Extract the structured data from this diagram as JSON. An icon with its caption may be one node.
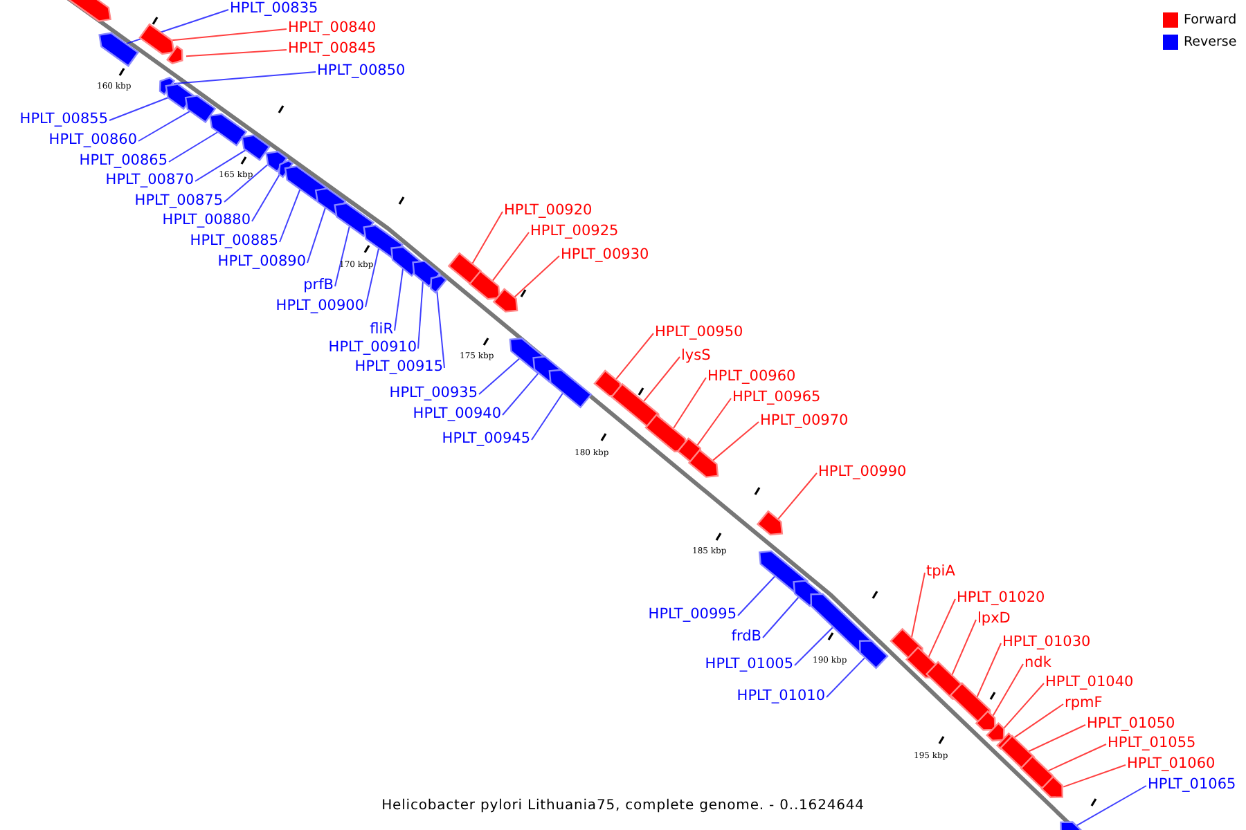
{
  "diagram": {
    "caption": "Helicobacter pylori Lithuania75, complete genome. - 0..1624644",
    "nodes": [
      {
        "text": [],
        "shape": "bar"
      },
      {
        "text": [
          "HPLT_00835"
        ]
      },
      {
        "text": [],
        "shape": "bar"
      },
      {
        "text": [
          "HPLT_00840"
        ]
      },
      {
        "text": [],
        "shape": "bar"
      },
      {
        "text": [
          "HPLT_00845"
        ]
      },
      {
        "text": [],
        "shape": "bar"
      },
      {
        "text": [
          "HPLT_00850"
        ]
      },
      {
        "text": [],
        "shape": "bar"
      },
      {
        "text": [
          "HPLT_00855"
        ]
      },
      {
        "text": [],
        "shape": "bar"
      },
      {
        "text": [
          "HPLT_00860"
        ]
      },
      {
        "text": [],
        "shape": "bar"
      },
      {
        "text": [
          "HPLT_00865"
        ]
      },
      {
        "text": [],
        "shape": "bar"
      },
      {
        "text": [
          "HPLT_00870"
        ]
      },
      {
        "text": [],
        "shape": "bar"
      },
      {
        "text": [
          "HPLT_00875"
        ]
      },
      {
        "text": [],
        "shape": "bar"
      },
      {
        "text": [
          "HPLT_00880"
        ]
      },
      {
        "text": [],
        "shape": "bar"
      },
      {
        "text": [
          "HPLT_00885"
        ]
      },
      {
        "text": [],
        "shape": "bar"
      },
      {
        "text": [
          "HPLT_00890"
        ]
      },
      {
        "text": [],
        "shape": "bar"
      },
      {
        "text": [
          "prfB"
        ]
      },
      {
        "text": [],
        "shape": "bar"
      },
      {
        "text": [
          "HPLT_00900"
        ]
      },
      {
        "text": [],
        "shape": "bar"
      },
      {
        "text": [
          "fliR"
        ]
      },
      {
        "text": [],
        "shape": "bar"
      },
      {
        "text": [
          "HPLT_00910"
        ]
      },
      {
        "text": [],
        "shape": "bar"
      },
      {
        "text": [
          "HPLT_00915"
        ]
      },
      {
        "text": [],
        "shape": "bar"
      },
      {
        "text": [
          "HPLT_00920"
        ]
      },
      {
        "text": [],
        "shape": "bar"
      },
      {
        "text": [
          "HPLT_00925"
        ]
      },
      {
        "text": [],
        "shape": "bar"
      },
      {
        "text": [
          "HPLT_00930"
        ]
      },
      {
        "text": [],
        "shape": "bar"
      },
      {
        "text": [
          "HPLT_00935"
        ]
      },
      {
        "text": [],
        "shape": "bar"
      },
      {
        "text": [
          "HPLT_00940"
        ]
      },
      {
        "text": [],
        "shape": "bar"
      },
      {
        "text": [
          "HPLT_00945"
        ]
      },
      {
        "text": [],
        "shape": "bar"
      },
      {
        "text": [
          "HPLT_00950"
        ]
      },
      {
        "text": [],
        "shape": "bar"
      },
      {
        "text": [
          "lysS"
        ]
      },
      {
        "text": [],
        "shape": "bar"
      },
      {
        "text": [
          "HPLT_00960"
        ]
      },
      {
        "text": [],
        "shape": "bar"
      },
      {
        "text": [
          "HPLT_00965"
        ]
      },
      {
        "text": [],
        "shape": "bar"
      },
      {
        "text": [
          "HPLT_00970"
        ]
      },
      {
        "text": [],
        "shape": "bar"
      },
      {
        "text": [
          "HPLT_00990"
        ]
      },
      {
        "text": [],
        "shape": "bar"
      },
      {
        "text": [
          "HPLT_00995"
        ]
      },
      {
        "text": [],
        "shape": "bar"
      },
      {
        "text": [
          "frdB"
        ]
      },
      {
        "text": [],
        "shape": "bar"
      },
      {
        "text": [
          "HPLT_01005"
        ]
      },
      {
        "text": [],
        "shape": "bar"
      },
      {
        "text": [
          "HPLT_01010"
        ]
      },
      {
        "text": [],
        "shape": "bar"
      },
      {
        "text": [
          "tpiA"
        ]
      },
      {
        "text": [],
        "shape": "bar"
      },
      {
        "text": [
          "HPLT_01020"
        ]
      },
      {
        "text": [],
        "shape": "bar"
      },
      {
        "text": [
          "lpxD"
        ]
      },
      {
        "text": [],
        "shape": "bar"
      },
      {
        "text": [
          "HPLT_01030"
        ]
      },
      {
        "text": [],
        "shape": "bar"
      },
      {
        "text": [
          "ndk"
        ]
      },
      {
        "text": [],
        "shape": "bar"
      },
      {
        "text": [
          "HPLT_01040"
        ]
      },
      {
        "text": [],
        "shape": "bar"
      },
      {
        "text": [
          "rpmF"
        ]
      },
      {
        "text": [],
        "shape": "bar"
      },
      {
        "text": [
          "HPLT_01050"
        ]
      },
      {
        "text": [],
        "shape": "bar"
      },
      {
        "text": [
          "HPLT_01055"
        ]
      },
      {
        "text": [],
        "shape": "bar"
      },
      {
        "text": [
          "HPLT_01060"
        ]
      },
      {
        "text": [],
        "shape": "bar"
      },
      {
        "text": [
          "HPLT_01065"
        ]
      },
      {
        "text": [],
        "shape": "bar"
      }
    ],
    "edges": [
      {
        "from": 1,
        "to": 2,
        "arrow": "none"
      },
      {
        "from": 3,
        "to": 4,
        "arrow": "none",
        "color": "#ff0000"
      },
      {
        "from": 5,
        "to": 6,
        "arrow": "none",
        "color": "#ff0000"
      },
      {
        "from": 7,
        "to": 8,
        "arrow": "none"
      },
      {
        "from": 9,
        "to": 10,
        "arrow": "none"
      },
      {
        "from": 11,
        "to": 12,
        "arrow": "none"
      },
      {
        "from": 13,
        "to": 14,
        "arrow": "none"
      },
      {
        "from": 15,
        "to": 16,
        "arrow": "none"
      },
      {
        "from": 17,
        "to": 18,
        "arrow": "none"
      },
      {
        "from": 19,
        "to": 20,
        "arrow": "none"
      },
      {
        "from": 21,
        "to": 22,
        "arrow": "none"
      },
      {
        "from": 23,
        "to": 24,
        "arrow": "none"
      },
      {
        "from": 25,
        "to": 26,
        "arrow": "none"
      },
      {
        "from": 27,
        "to": 28,
        "arrow": "none"
      },
      {
        "from": 29,
        "to": 30,
        "arrow": "none"
      },
      {
        "from": 31,
        "to": 32,
        "arrow": "none"
      },
      {
        "from": 33,
        "to": 34,
        "arrow": "none"
      },
      {
        "from": 35,
        "to": 36,
        "arrow": "none",
        "color": "#ff0000"
      },
      {
        "from": 37,
        "to": 38,
        "arrow": "none",
        "color": "#ff0000"
      },
      {
        "from": 39,
        "to": 40,
        "arrow": "none",
        "color": "#ff0000"
      },
      {
        "from": 41,
        "to": 42,
        "arrow": "none"
      },
      {
        "from": 43,
        "to": 44,
        "arrow": "none"
      },
      {
        "from": 45,
        "to": 46,
        "arrow": "none"
      },
      {
        "from": 47,
        "to": 48,
        "arrow": "none",
        "color": "#ff0000"
      },
      {
        "from": 49,
        "to": 50,
        "arrow": "none",
        "color": "#ff0000"
      },
      {
        "from": 51,
        "to": 52,
        "arrow": "none",
        "color": "#ff0000"
      },
      {
        "from": 53,
        "to": 54,
        "arrow": "none",
        "color": "#ff0000"
      },
      {
        "from": 55,
        "to": 56,
        "arrow": "none",
        "color": "#ff0000"
      },
      {
        "from": 57,
        "to": 58,
        "arrow": "none",
        "color": "#ff0000"
      },
      {
        "from": 59,
        "to": 60,
        "arrow": "none"
      },
      {
        "from": 61,
        "to": 62,
        "arrow": "none"
      },
      {
        "from": 63,
        "to": 64,
        "arrow": "none"
      },
      {
        "from": 65,
        "to": 66,
        "arrow": "none"
      },
      {
        "from": 67,
        "to": 68,
        "arrow": "none",
        "color": "#ff0000"
      },
      {
        "from": 69,
        "to": 70,
        "arrow": "none",
        "color": "#ff0000"
      },
      {
        "from": 71,
        "to": 72,
        "arrow": "none",
        "color": "#ff0000"
      },
      {
        "from": 73,
        "to": 74,
        "arrow": "none",
        "color": "#ff0000"
      },
      {
        "from": 75,
        "to": 76,
        "arrow": "none",
        "color": "#ff0000"
      },
      {
        "from": 77,
        "to": 78,
        "arrow": "none",
        "color": "#ff0000"
      },
      {
        "from": 79,
        "to": 80,
        "arrow": "none",
        "color": "#ff0000"
      },
      {
        "from": 81,
        "to": 82,
        "arrow": "none",
        "color": "#ff0000"
      },
      {
        "from": 83,
        "to": 84,
        "arrow": "none",
        "color": "#ff0000"
      },
      {
        "from": 85,
        "to": 86,
        "arrow": "none",
        "color": "#ff0000"
      },
      {
        "from": 87,
        "to": 88,
        "arrow": "none"
      }
    ],
    "labels": [
      "160 kbp",
      "165 kbp",
      "170 kbp",
      "175 kbp",
      "180 kbp",
      "185 kbp",
      "190 kbp",
      "195 kbp"
    ],
    "legend": [
      {
        "text": "Forward",
        "color": "#ff0000"
      },
      {
        "text": "Reverse",
        "color": "#0000ff"
      }
    ]
  }
}
